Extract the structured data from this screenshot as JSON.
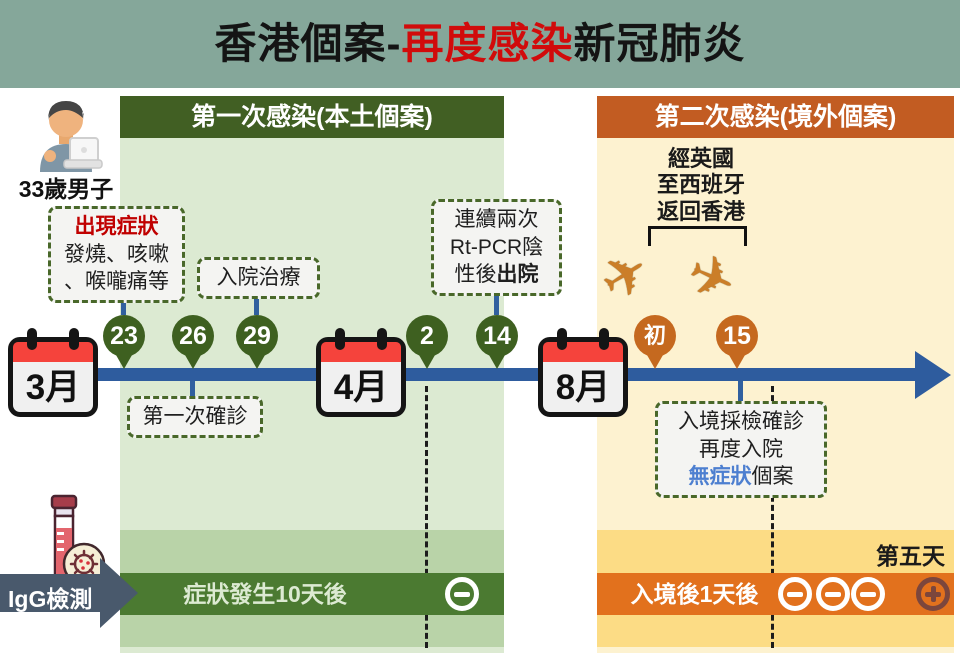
{
  "title": {
    "prefix": "香港個案-",
    "highlight": "再度感染",
    "suffix": "新冠肺炎"
  },
  "patient": {
    "label": "33歲男子"
  },
  "sections": {
    "first": {
      "header": "第一次感染(本土個案)"
    },
    "second": {
      "header": "第二次感染(境外個案)"
    }
  },
  "callouts": {
    "symptoms": {
      "title": "出現症狀",
      "line1": "發燒、咳嗽",
      "line2": "、喉嚨痛等"
    },
    "admission": {
      "label": "入院治療"
    },
    "first_diagnosis": {
      "label": "第一次確診"
    },
    "discharge": {
      "line1": "連續兩次",
      "line2": "Rt-PCR陰",
      "line3_prefix": "性後",
      "line3_bold": "出院"
    },
    "entry": {
      "line1": "入境採檢確診",
      "line2": "再度入院",
      "line3_highlight": "無症狀",
      "line3_suffix": "個案"
    }
  },
  "travel": {
    "line1": "經英國",
    "line2": "至西班牙",
    "line3": "返回香港"
  },
  "timeline": {
    "months": [
      {
        "label": "3月"
      },
      {
        "label": "4月"
      },
      {
        "label": "8月"
      }
    ],
    "pins": [
      {
        "label": "23",
        "color": "green"
      },
      {
        "label": "26",
        "color": "green"
      },
      {
        "label": "29",
        "color": "green"
      },
      {
        "label": "2",
        "color": "green"
      },
      {
        "label": "14",
        "color": "green"
      },
      {
        "label": "初",
        "color": "orange"
      },
      {
        "label": "15",
        "color": "orange"
      }
    ]
  },
  "results": {
    "first_bar_label": "症狀發生10天後",
    "first_bar_results": [
      "negative"
    ],
    "second_bar_label": "入境後1天後",
    "second_bar_results": [
      "negative",
      "negative",
      "negative",
      "positive"
    ],
    "day5_label": "第五天"
  },
  "igg": {
    "label": "IgG檢測"
  },
  "icons": {
    "plane": "✈"
  },
  "colors": {
    "title_band": "#85a79a",
    "title_highlight": "#d10b0b",
    "green_header": "#415f23",
    "green_panel": "#dcead2",
    "green_midband": "#b9d3a8",
    "green_bar": "#4b7a31",
    "orange_header": "#c25c22",
    "yellow_panel": "#fdf2d0",
    "yellow_midband": "#fcdc85",
    "orange_bar": "#e2711d",
    "timeline_blue": "#2e5c9e",
    "pin_green": "#3e6020",
    "pin_orange": "#c5691f",
    "calendar_red": "#f5433c",
    "negative_icon": "#ffffff",
    "positive_icon": "#7c463c",
    "asymptomatic_blue": "#4d7fd0",
    "symptom_red": "#c00000",
    "igg_arrow": "#49596c"
  }
}
